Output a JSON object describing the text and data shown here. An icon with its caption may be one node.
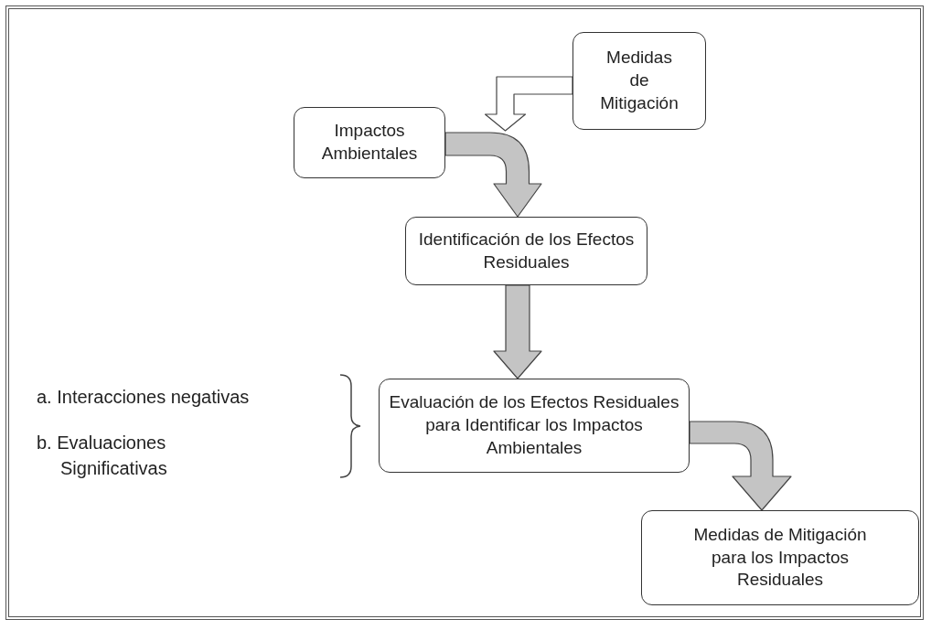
{
  "diagram": {
    "nodes": [
      {
        "text": [
          "Medidas de Mitigación"
        ]
      },
      {
        "text": [
          "Impactos Ambientales"
        ]
      },
      {
        "text": [
          "Identificación de los Efectos Residuales"
        ]
      },
      {
        "text": [
          "Evaluación de los Efectos Residuales para Identificar los Impactos Ambientales"
        ]
      },
      {
        "text": [
          "Medidas de Mitigación para los Impactos Residuales"
        ]
      }
    ],
    "edges": [
      {
        "from": 0,
        "to": null,
        "arrow": "to",
        "color": "#ffffff"
      },
      {
        "from": 1,
        "to": 2,
        "arrow": "to"
      },
      {
        "from": 2,
        "to": 3,
        "arrow": "to"
      },
      {
        "from": 3,
        "to": 4,
        "arrow": "to"
      }
    ],
    "labels": [
      "a. Interacciones negativas",
      "b. Evaluaciones Significativas"
    ]
  }
}
